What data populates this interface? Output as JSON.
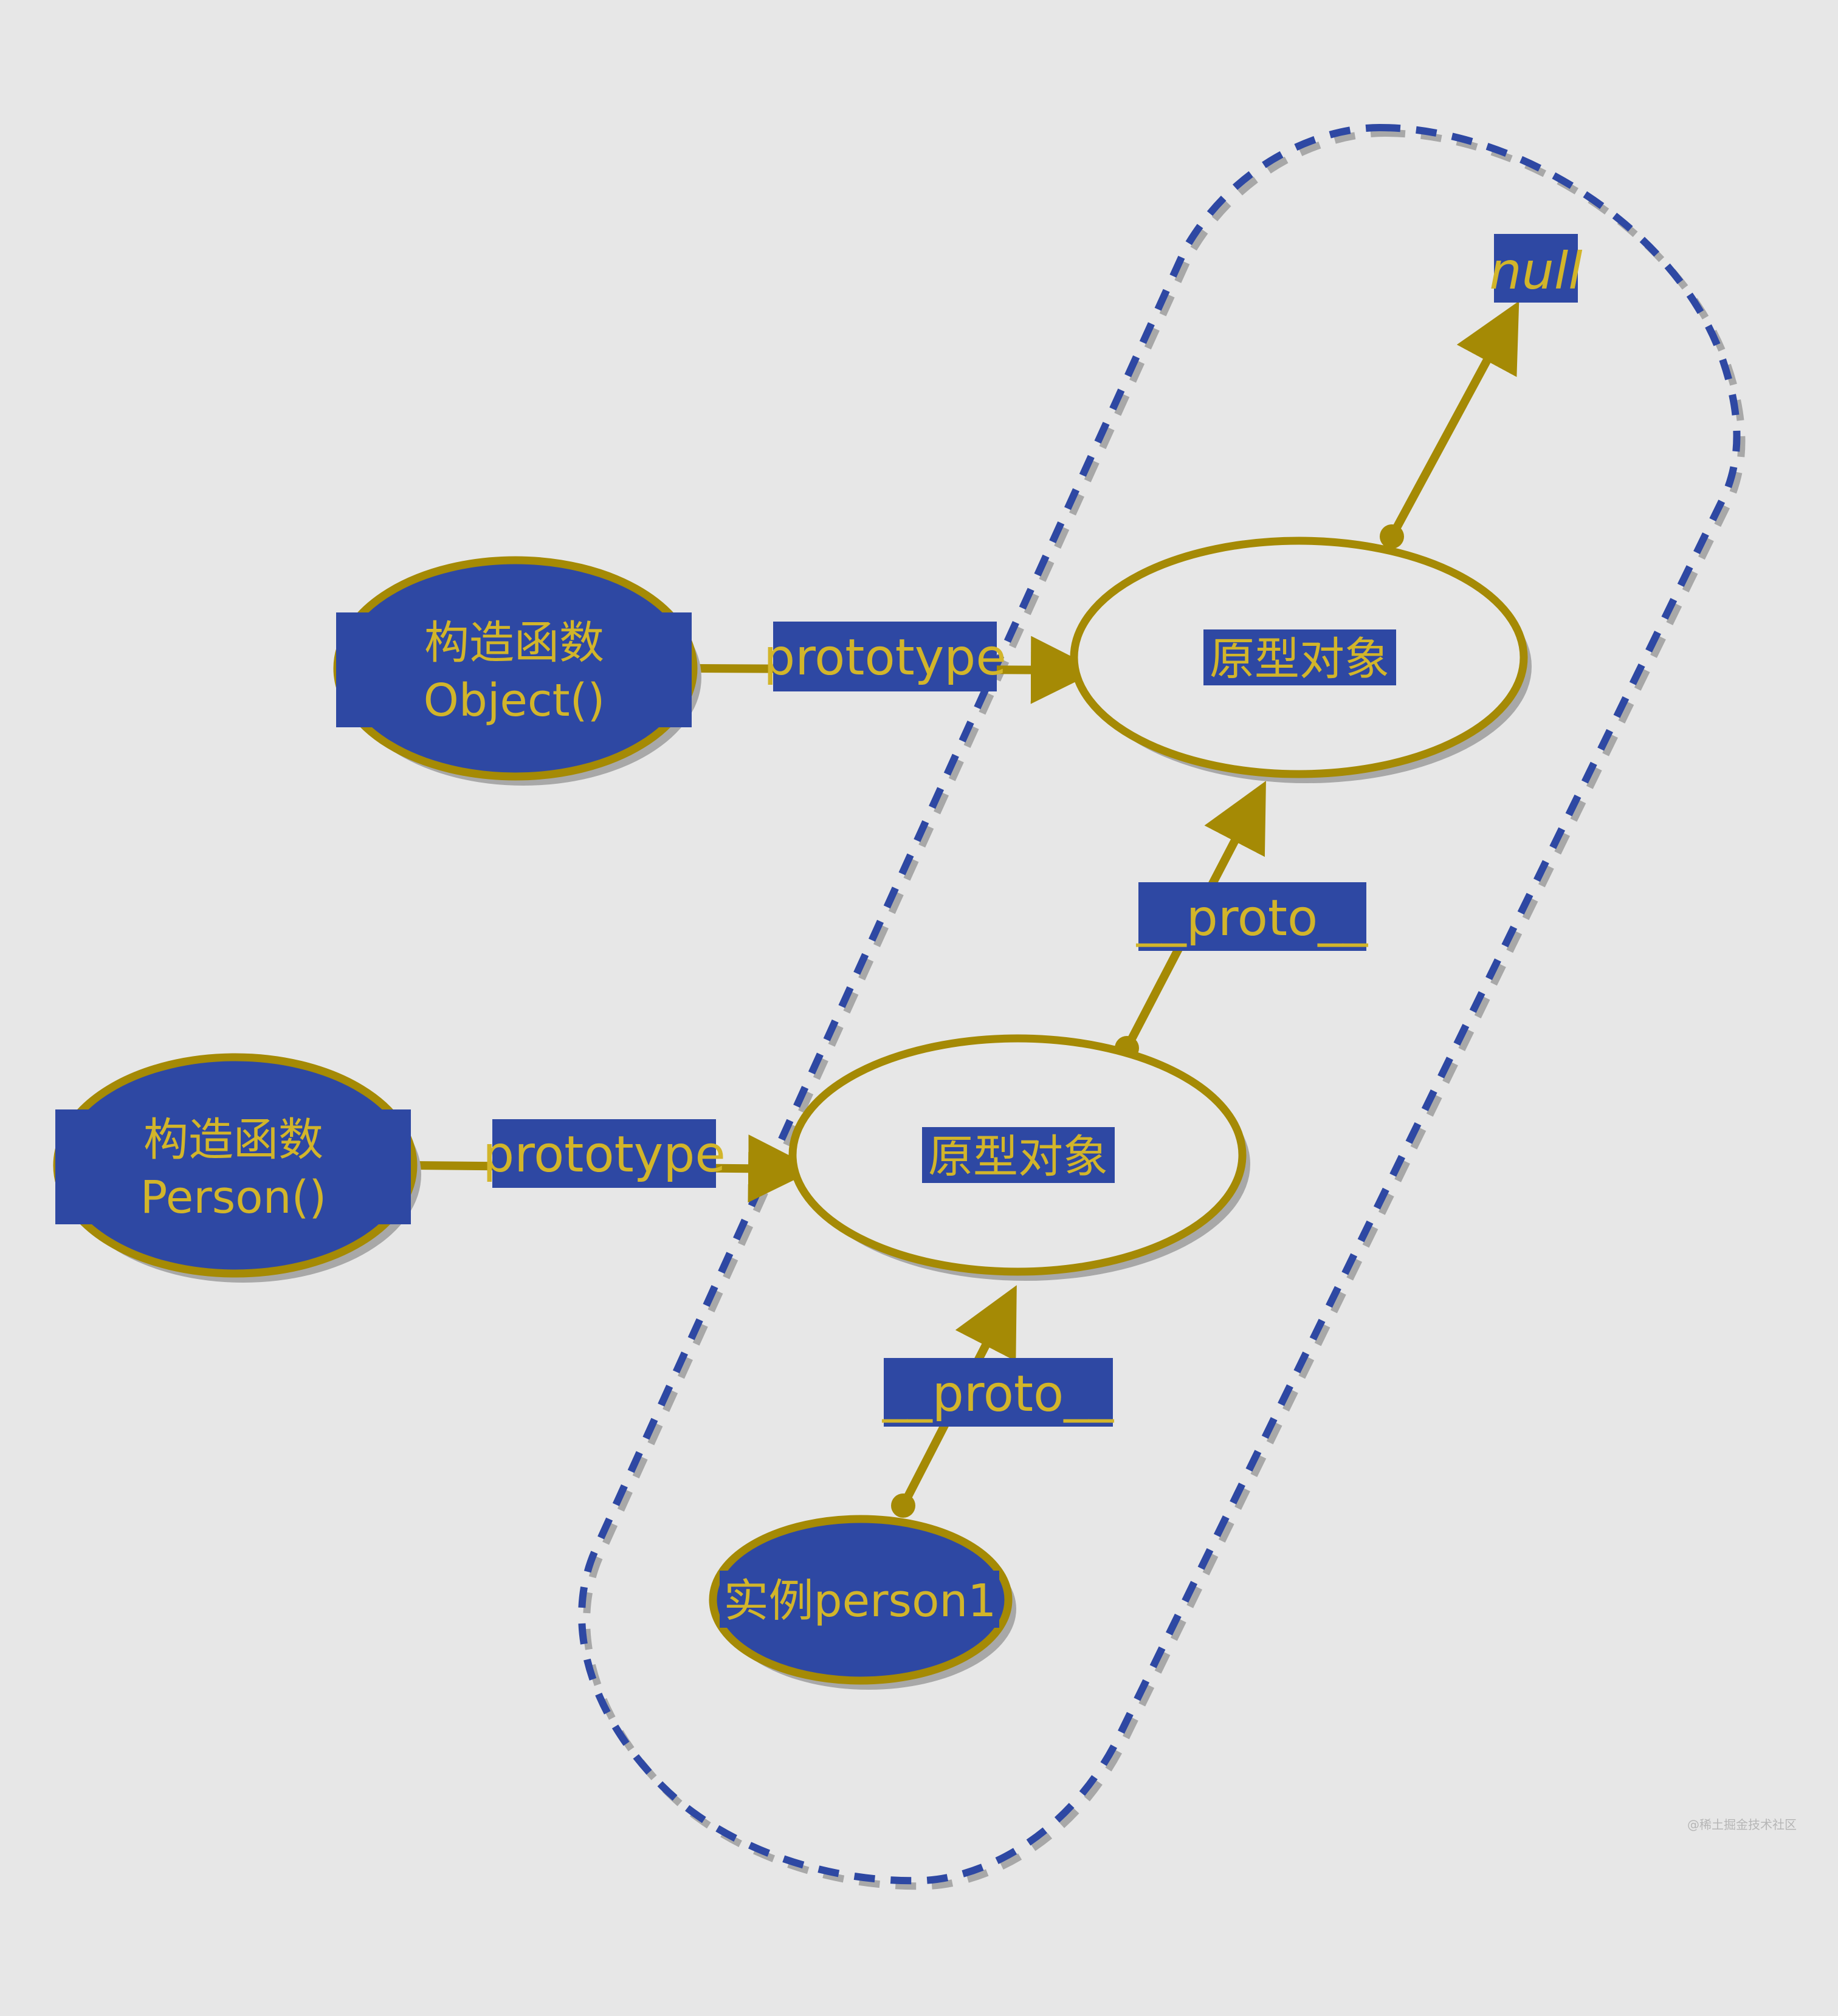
{
  "diagram": {
    "nodes": {
      "object_ctor": {
        "line1": "构造函数",
        "line2": "Object()"
      },
      "object_proto": {
        "label": "原型对象"
      },
      "person_ctor": {
        "line1": "构造函数",
        "line2": "Person()"
      },
      "person_proto": {
        "label": "原型对象"
      },
      "instance": {
        "label": "实例person1"
      },
      "null_node": {
        "label": "null"
      }
    },
    "edges": {
      "object_prototype": {
        "label": "prototype"
      },
      "person_prototype": {
        "label": "prototype"
      },
      "person_proto_link": {
        "label": "__proto__"
      },
      "instance_proto_link": {
        "label": "__proto__"
      }
    }
  },
  "watermark": "@稀土掘金技术社区",
  "colors": {
    "background": "#e7e7e7",
    "node_fill": "#2e48a3",
    "stroke_gold": "#a58a05",
    "text_gold": "#d2b52a",
    "dash_blue": "#2e48a3",
    "shadow_gray": "#a8a8a8"
  }
}
